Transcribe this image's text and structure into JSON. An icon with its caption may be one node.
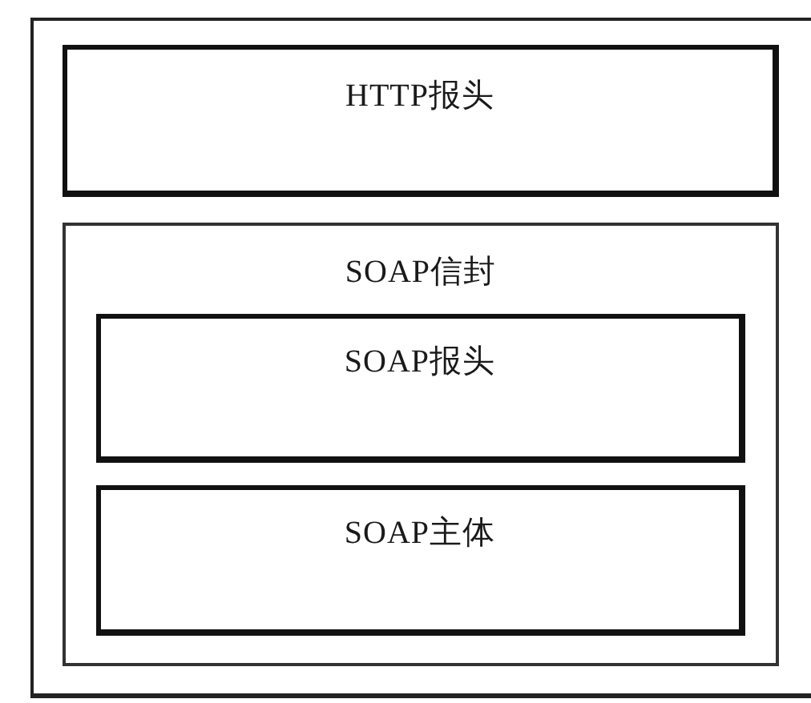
{
  "diagram": {
    "nodes": [
      {
        "text": [],
        "shape": "box"
      },
      {
        "text": [
          "HTTP报头"
        ],
        "in": 0
      },
      {
        "text": [
          "SOAP信封"
        ],
        "in": 0
      },
      {
        "text": [
          "SOAP报头"
        ],
        "in": 2
      },
      {
        "text": [
          "SOAP主体"
        ],
        "in": 2
      }
    ],
    "edges": []
  }
}
